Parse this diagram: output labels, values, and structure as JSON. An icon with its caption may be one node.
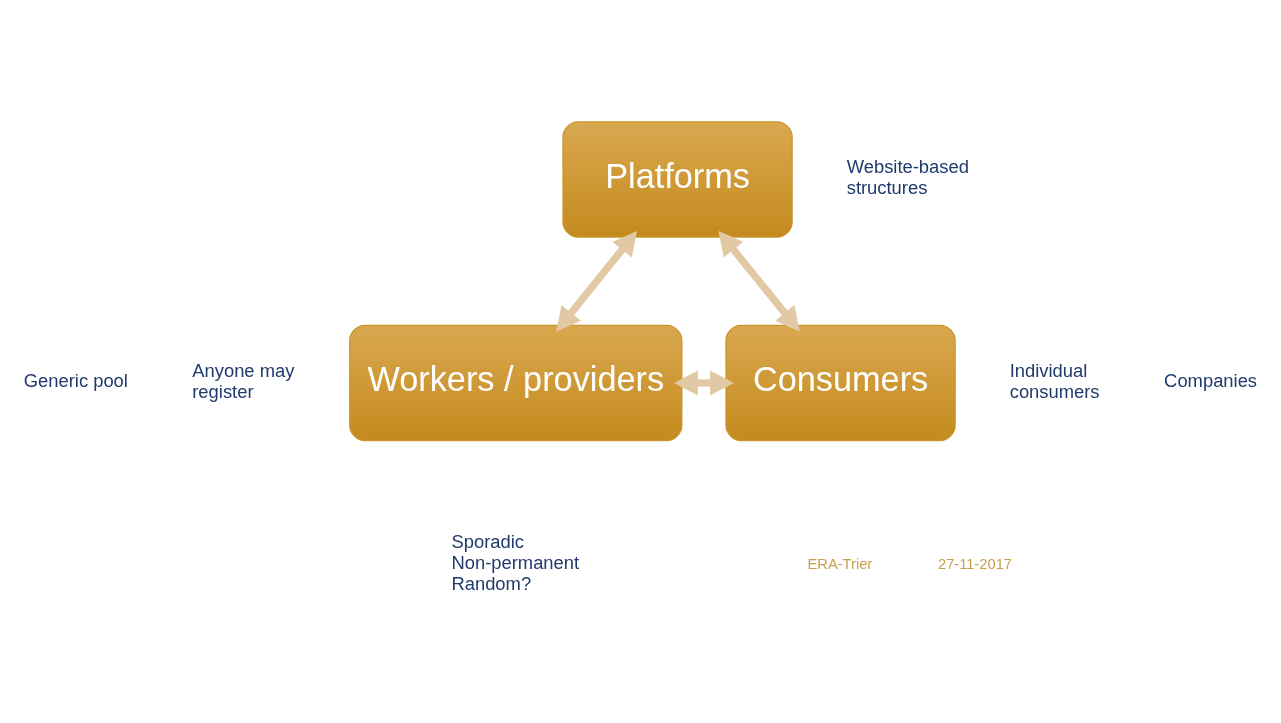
{
  "diagram": {
    "nodes": [
      {
        "text": [
          "Platforms"
        ],
        "beside": [
          "Website-based structures"
        ]
      },
      {
        "text": [
          "Workers / providers"
        ],
        "beside": [
          "Generic pool",
          "Anyone may register"
        ]
      },
      {
        "text": [
          "Consumers"
        ],
        "beside": [
          "Individual consumers",
          "Companies"
        ]
      }
    ],
    "edges": [
      {
        "from": 1,
        "to": 0,
        "arrow": "both"
      },
      {
        "from": 0,
        "to": 2,
        "arrow": "both"
      },
      {
        "from": 1,
        "to": 2,
        "arrow": "both"
      }
    ],
    "labels": [
      "Sporadic Non-permanent Random?",
      "ERA-Trier",
      "27-11-2017"
    ]
  }
}
